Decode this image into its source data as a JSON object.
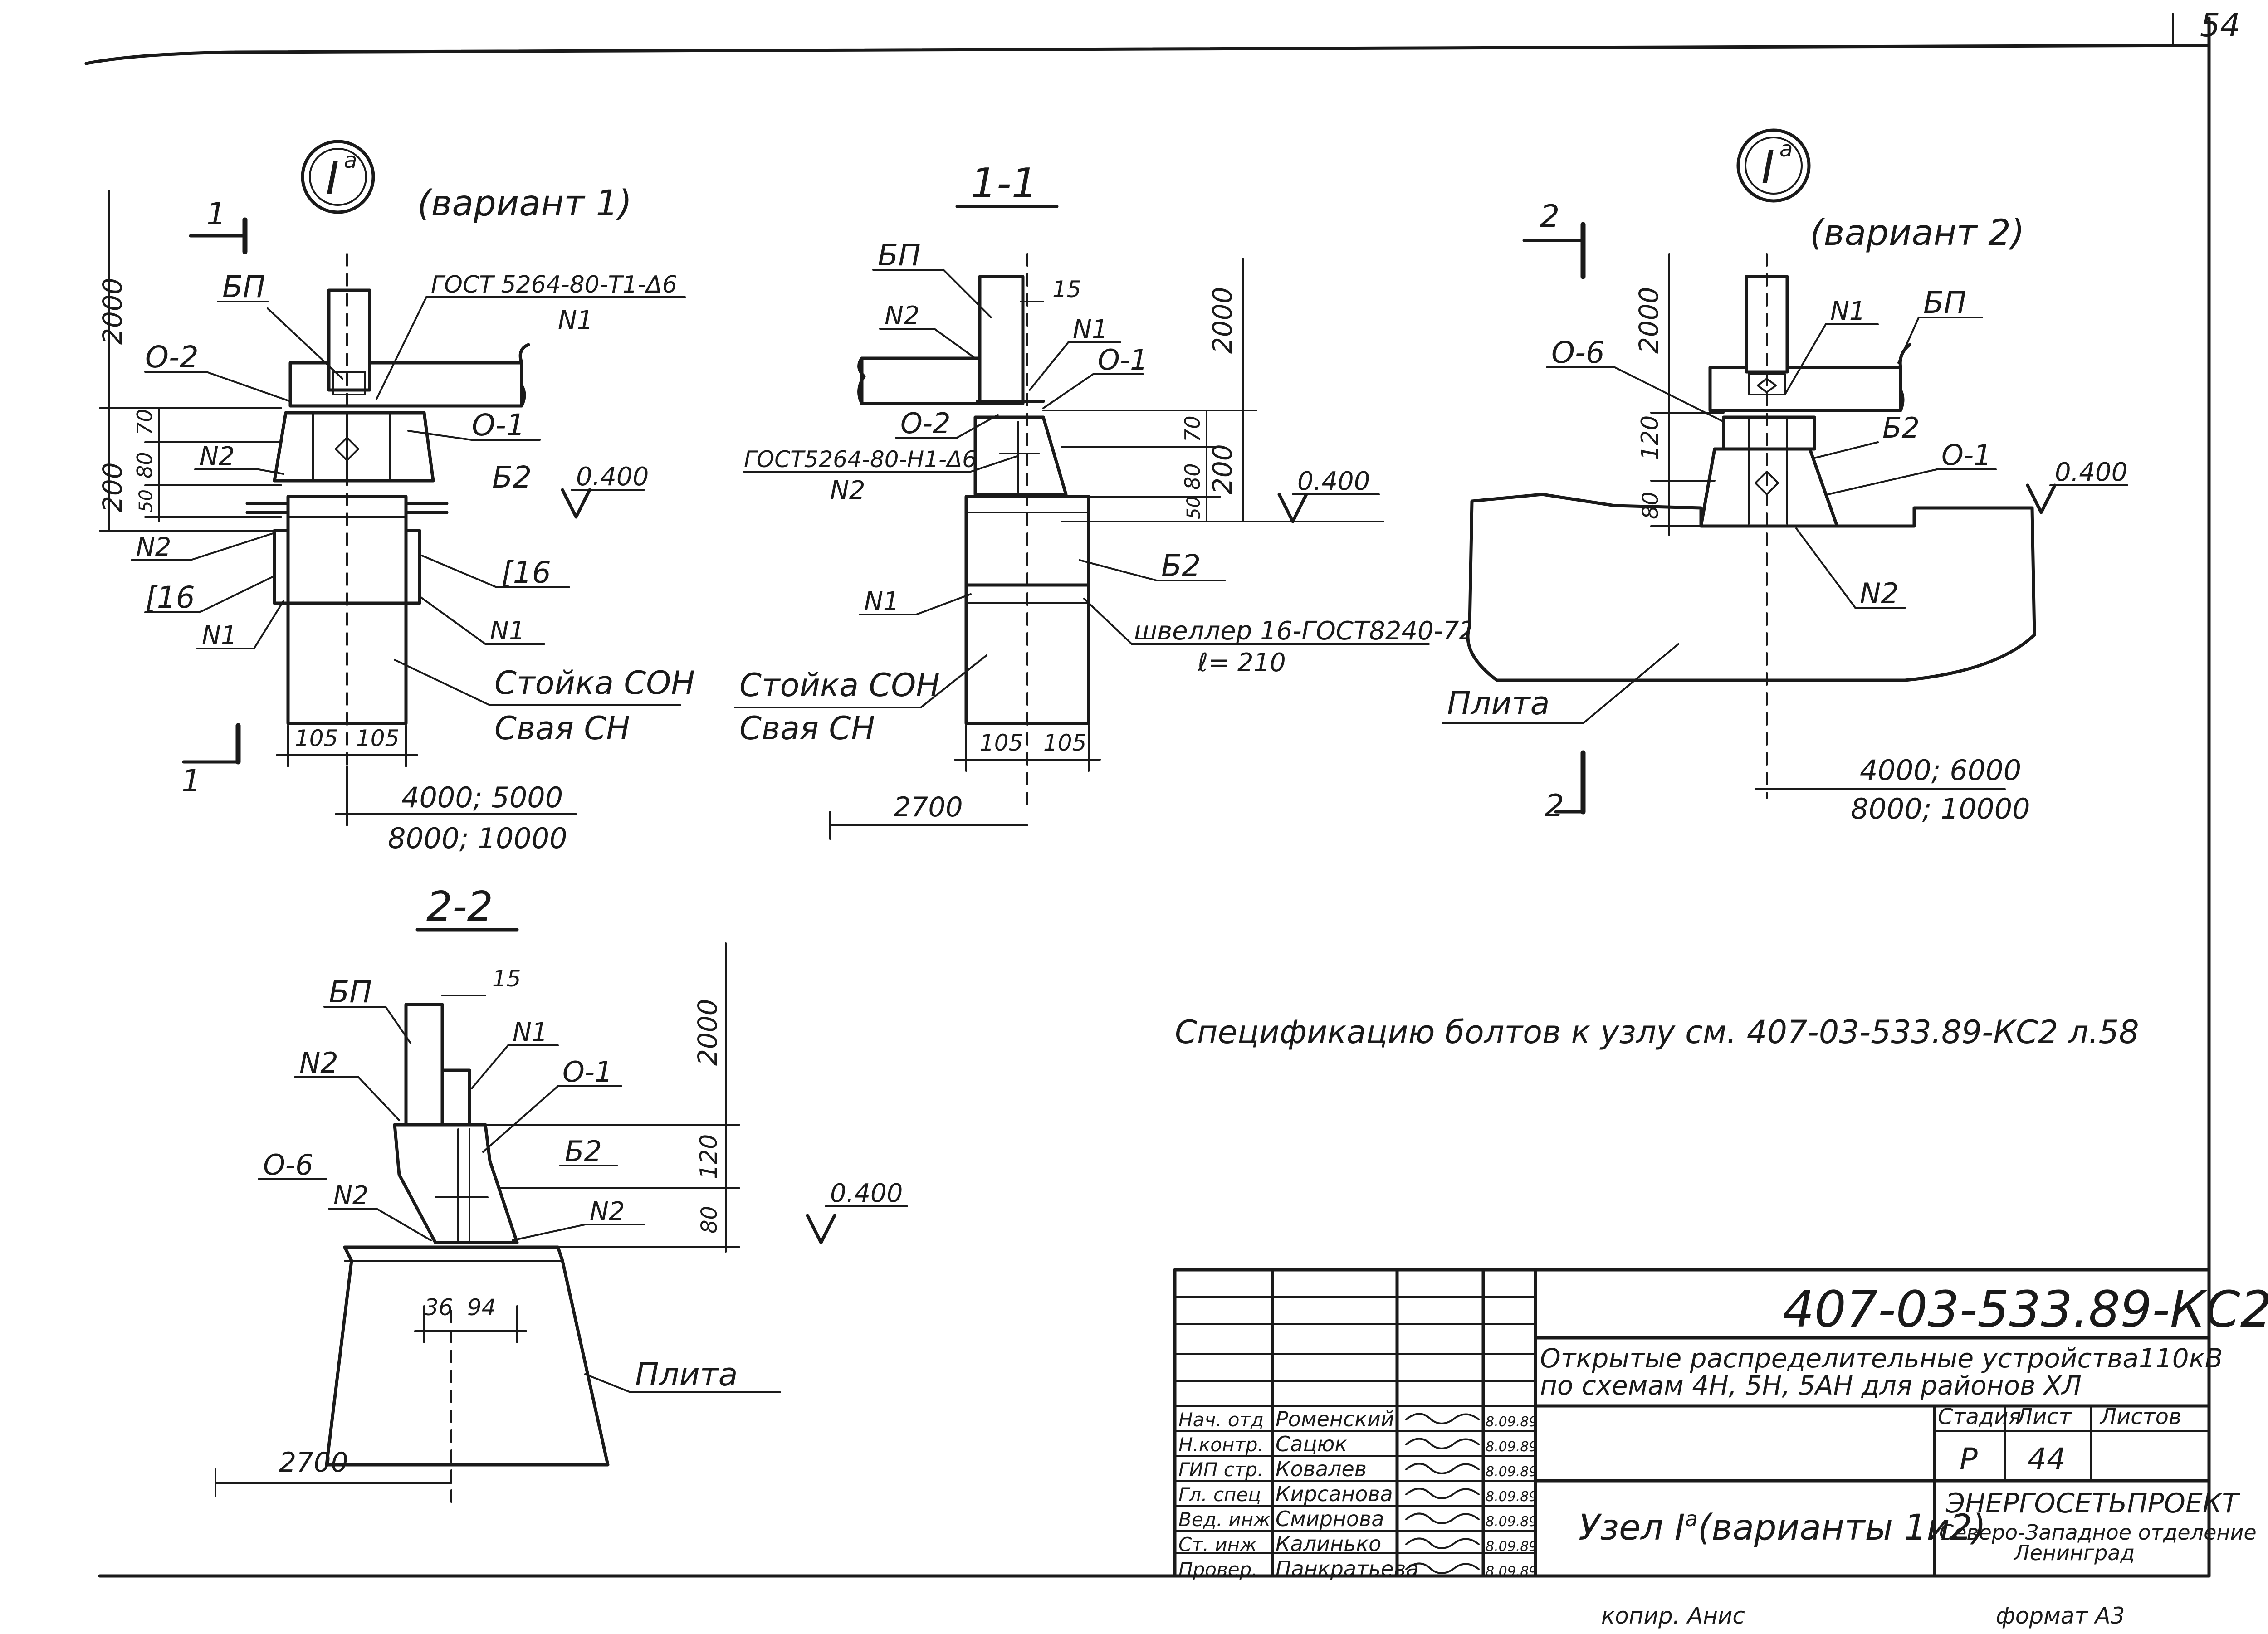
{
  "page_number": "54",
  "sheet_note": "Спецификацию болтов к узлу см. 407-03-533.89-КС2 л.58",
  "node_bubble": "I",
  "node_bubble_sup": "а",
  "view1": {
    "title": "(вариант 1)",
    "cut_mark": "1",
    "labels": {
      "bp": "БП",
      "gost": "ГОСТ 5264-80-Т1-Δ6",
      "n1_top": "N1",
      "o2": "О-2",
      "o1": "О-1",
      "n2": "N2",
      "b2": "Б2",
      "level": "0.400",
      "n2_b": "N2",
      "c16_left": "[16",
      "c16_right": "[16",
      "n1_left": "N1",
      "n1_right": "N1",
      "stoika": "Стойка СОН",
      "svaya": "Свая СН"
    },
    "dims": {
      "h2000": "2000",
      "h200": "200",
      "h70": "70",
      "h80": "80",
      "h50": "50",
      "w105a": "105",
      "w105b": "105",
      "span1": "4000; 5000",
      "span2": "8000; 10000"
    }
  },
  "view11": {
    "title": "1-1",
    "labels": {
      "bp": "БП",
      "n2": "N2",
      "n1": "N1",
      "o1": "О-1",
      "o2": "О-2",
      "gost": "ГОСТ5264-80-Н1-Δ6",
      "n2_b": "N2",
      "level": "0.400",
      "b2": "Б2",
      "n1_b": "N1",
      "shveller": "швеллер 16-ГОСТ8240-72*",
      "length": "ℓ= 210",
      "stoika": "Стойка СОН",
      "svaya": "Свая СН"
    },
    "dims": {
      "d15": "15",
      "h2000": "2000",
      "h70": "70",
      "h80": "80",
      "h50": "50",
      "h200": "200",
      "w105a": "105",
      "w105b": "105",
      "d2700": "2700"
    }
  },
  "view2": {
    "title": "(вариант 2)",
    "cut_mark": "2",
    "labels": {
      "n1": "N1",
      "bp": "БП",
      "o6": "О-6",
      "b2": "Б2",
      "o1": "О-1",
      "level": "0.400",
      "n2": "N2",
      "plita": "Плита"
    },
    "dims": {
      "h2000": "2000",
      "h120": "120",
      "h80": "80",
      "span1": "4000; 6000",
      "span2": "8000; 10000"
    }
  },
  "view22": {
    "title": "2-2",
    "labels": {
      "bp": "БП",
      "n1": "N1",
      "n2": "N2",
      "o1": "О-1",
      "o6": "О-6",
      "b2": "Б2",
      "n2_b": "N2",
      "n2_c": "N2",
      "level": "0.400",
      "plita": "Плита"
    },
    "dims": {
      "d15": "15",
      "h2000": "2000",
      "h120": "120",
      "h80": "80",
      "w36": "36",
      "w94": "94",
      "d2700": "2700"
    }
  },
  "title_block": {
    "code": "407-03-533.89-КС2",
    "project": "Открытые распределительные устройства 110кВ по схемам 4Н, 5Н, 5АН для районов ХЛ",
    "project_line1": "Открытые распределительные устройства110кВ",
    "project_line2": "по схемам 4Н, 5Н, 5АН для районов ХЛ",
    "stage_header": "Стадия",
    "sheet_header": "Лист",
    "sheets_header": "Листов",
    "stage": "Р",
    "sheet": "44",
    "sheets": "",
    "drawing_title": "Узел I",
    "drawing_title_sup": "а",
    "drawing_title_rest": "(варианты 1и2)",
    "org_line1": "ЭНЕРГОСЕТЬПРОЕКТ",
    "org_line2": "Северо-Западное отделение",
    "org_line3": "Ленинград",
    "staff": [
      {
        "role": "Нач. отд",
        "name": "Роменский",
        "date": "8.09.89"
      },
      {
        "role": "Н.контр.",
        "name": "Сацюк",
        "date": "8.09.89"
      },
      {
        "role": "ГИП стр.",
        "name": "Ковалев",
        "date": "8.09.89"
      },
      {
        "role": "Гл. спец",
        "name": "Кирсанова",
        "date": "8.09.89"
      },
      {
        "role": "Вед. инж",
        "name": "Смирнова",
        "date": "8.09.89"
      },
      {
        "role": "Ст. инж",
        "name": "Калинько",
        "date": "8.09.89"
      },
      {
        "role": "Провер.",
        "name": "Панкратьева",
        "date": "8.09.89"
      }
    ]
  },
  "footer": {
    "copy": "копир.",
    "copier": "Анис",
    "format": "формат А3"
  }
}
